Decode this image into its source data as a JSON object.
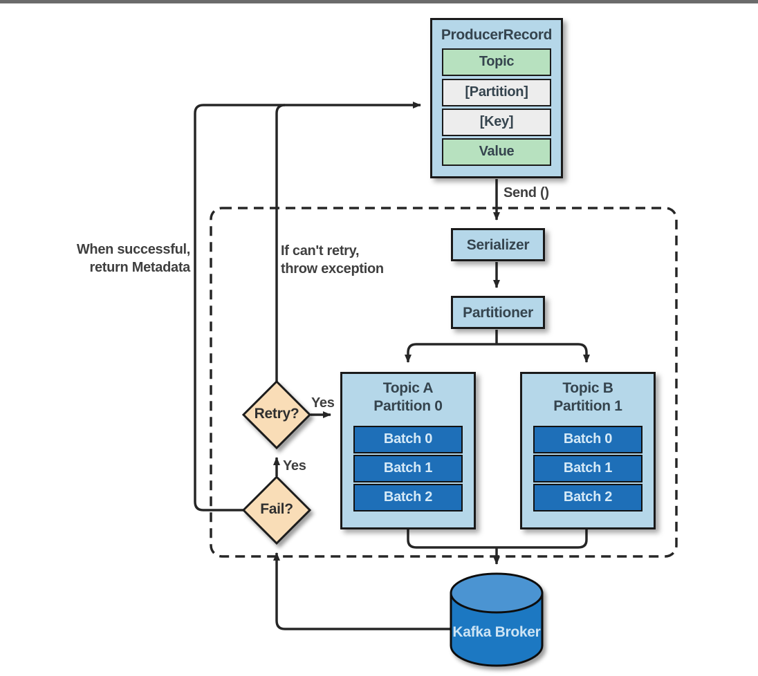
{
  "diagram": {
    "producer_record": {
      "title": "ProducerRecord",
      "fields": [
        {
          "label": "Topic"
        },
        {
          "label": "[Partition]"
        },
        {
          "label": "[Key]"
        },
        {
          "label": "Value"
        }
      ]
    },
    "send_label": "Send ()",
    "serializer_label": "Serializer",
    "partitioner_label": "Partitioner",
    "partitions": [
      {
        "title_line1": "Topic A",
        "title_line2": "Partition 0",
        "batches": [
          "Batch 0",
          "Batch 1",
          "Batch 2"
        ]
      },
      {
        "title_line1": "Topic B",
        "title_line2": "Partition 1",
        "batches": [
          "Batch 0",
          "Batch 1",
          "Batch 2"
        ]
      }
    ],
    "broker_label": "Kafka Broker",
    "retry_diamond_label": "Retry?",
    "fail_diamond_label": "Fail?",
    "yes_label_retry": "Yes",
    "yes_label_fail": "Yes",
    "success_note_line1": "When successful,",
    "success_note_line2": "return Metadata",
    "cant_retry_note_line1": "If can't retry,",
    "cant_retry_note_line2": "throw exception"
  },
  "colors": {
    "light_blue_box": "#b5d7e9",
    "green_row": "#b7e1bf",
    "gray_row": "#ededed",
    "batch_blue": "#1e6fb8",
    "broker_body_blue": "#1e78c2",
    "broker_top_blue": "#4c94d2",
    "diamond_peach": "#f9ddb7",
    "line_color": "#262626"
  }
}
